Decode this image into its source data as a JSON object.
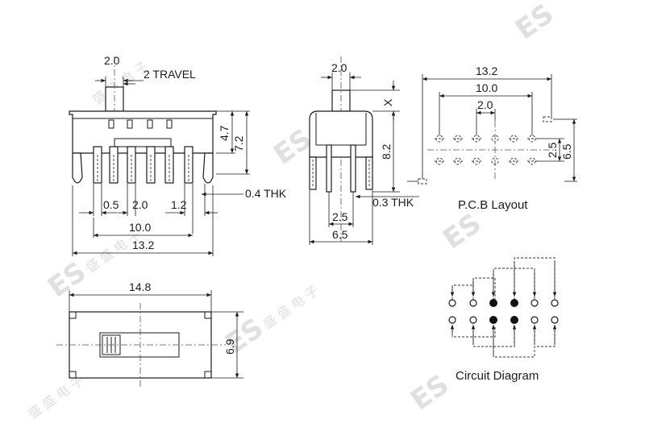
{
  "watermark": {
    "logo": "ES",
    "text": "盛 盛 电 子",
    "color": "#c8c8c8"
  },
  "side_view": {
    "dims": {
      "actuator_width": "2.0",
      "travel": "2 TRAVEL",
      "height_a": "4.7",
      "height_b": "7.2",
      "pin_thick": "0.4 THK",
      "pin_w": "0.5",
      "pitch": "2.0",
      "end_gap": "1.2",
      "pin_span": "10.0",
      "body_len": "13.2"
    }
  },
  "end_view": {
    "dims": {
      "actuator_width": "2.0",
      "x": "X",
      "pin_len": "8.2",
      "tab_thick": "0.3 THK",
      "row_pitch": "2.5",
      "body_width": "6.5"
    }
  },
  "pcb_layout": {
    "title": "P.C.B Layout",
    "dims": {
      "overall": "13.2",
      "inner": "10.0",
      "pitch": "2.0",
      "row_pitch": "2.5",
      "total_h": "6.5"
    }
  },
  "top_view": {
    "dims": {
      "length": "14.8",
      "width": "6.9"
    }
  },
  "circuit": {
    "title": "Circuit Diagram"
  }
}
